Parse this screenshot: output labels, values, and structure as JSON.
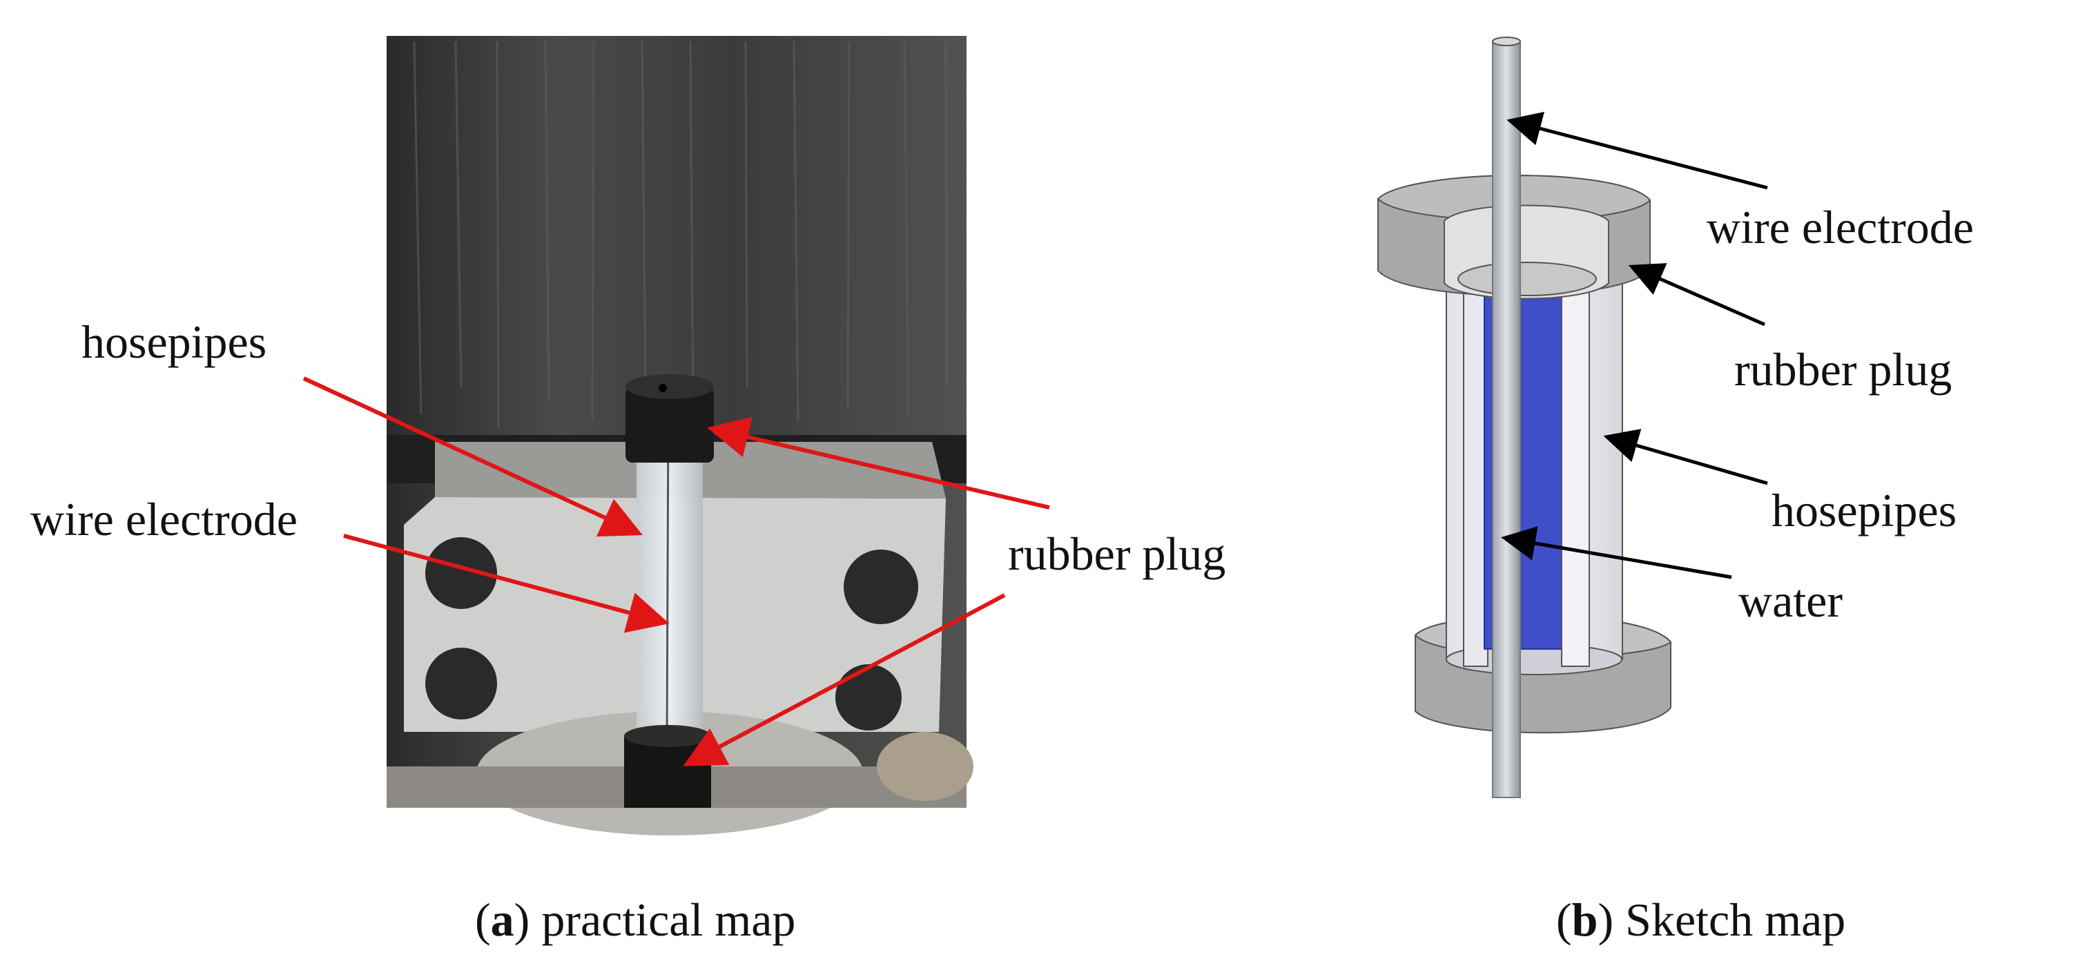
{
  "panel_a": {
    "labels": {
      "hosepipes": "hosepipes",
      "wire_electrode": "wire electrode",
      "rubber_plug": "rubber plug"
    },
    "caption": {
      "open": "(",
      "letter": "a",
      "close": ")",
      "text": " practical map"
    }
  },
  "panel_b": {
    "labels": {
      "wire_electrode": "wire electrode",
      "rubber_plug": "rubber plug",
      "hosepipes": "hosepipes",
      "water": "water"
    },
    "caption": {
      "open": "(",
      "letter": "b",
      "close": ")",
      "text": " Sketch map"
    }
  },
  "colors": {
    "arrow_a": "#e01616",
    "arrow_b": "#000000",
    "water": "#3f4fc9",
    "plug_gray": "#a8a8a8",
    "photo_bg": "#3a3a3a"
  }
}
